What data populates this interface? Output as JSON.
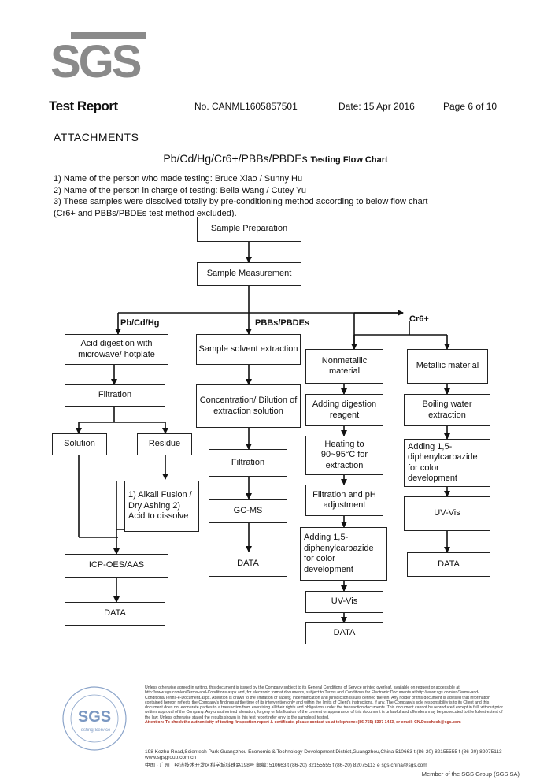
{
  "header": {
    "logo_text": "SGS",
    "title": "Test Report",
    "report_no": "No. CANML1605857501",
    "date": "Date: 15 Apr 2016",
    "page": "Page 6 of 10"
  },
  "attachments_label": "ATTACHMENTS",
  "flow_title": {
    "main": "Pb/Cd/Hg/Cr6+/PBBs/PBDEs",
    "suffix": "Testing Flow Chart"
  },
  "notes": [
    "1) Name of the person who made testing:  Bruce Xiao / Sunny Hu",
    "2) Name of the person in charge of testing:  Bella Wang / Cutey Yu",
    "3) These samples were dissolved totally by  pre-conditioning method according to below flow chart",
    "  (Cr6+ and PBBs/PBDEs  test method excluded)."
  ],
  "branches": {
    "b1": "Pb/Cd/Hg",
    "b2": "PBBs/PBDEs",
    "b3": "Cr6+"
  },
  "boxes": {
    "sample_prep": "Sample Preparation",
    "sample_meas": "Sample Measurement",
    "acid_digestion": "Acid digestion with microwave/ hotplate",
    "filtration1": "Filtration",
    "solution": "Solution",
    "residue": "Residue",
    "alkali": "1) Alkali Fusion / Dry Ashing 2) Acid to dissolve",
    "icp": "ICP-OES/AAS",
    "data1": "DATA",
    "solvent": "Sample solvent extraction",
    "concentration": "Concentration/ Dilution of extraction solution",
    "filtration2": "Filtration",
    "gcms": "GC-MS",
    "data2": "DATA",
    "nonmetallic": "Nonmetallic material",
    "adding_digestion": "Adding digestion reagent",
    "heating": "Heating to 90~95°C for extraction",
    "filtration_ph": "Filtration and pH adjustment",
    "adding_dpc1": "Adding 1,5-diphenylcarbazide for color development",
    "uvvis1": "UV-Vis",
    "data3": "DATA",
    "metallic": "Metallic material",
    "boiling": "Boiling water extraction",
    "adding_dpc2": "Adding 1,5-diphenylcarbazide for color development",
    "uvvis2": "UV-Vis",
    "data4": "DATA"
  },
  "footer": {
    "disclaimer": "Unless otherwise agreed in writing, this document is issued by the Company subject to its General Conditions of Service printed overleaf, available on request or accessible at http://www.sgs.com/en/Terms-and-Conditions.aspx and, for electronic format documents, subject to Terms and Conditions for Electronic Documents at http://www.sgs.com/en/Terms-and-Conditions/Terms-e-Document.aspx. Attention is drawn to the limitation of liability, indemnification and jurisdiction issues defined therein. Any holder of this document is advised that information contained hereon reflects the Company's findings at the time of its intervention only and within the limits of Client's instructions, if any. The Company's sole responsibility is to its Client and this document does not exonerate parties to a transaction from exercising all their rights and obligations under the transaction documents. This document cannot be reproduced except in full, without prior written approval of the Company. Any unauthorized alteration, forgery or falsification of the content or appearance of this document is unlawful and offenders may be prosecuted to the fullest extent of the law. Unless otherwise stated the results shown in this test report refer only to the sample(s) tested.",
    "attention": "Attention: To check the authenticity of testing /inspection report & certificate, please contact us at telephone: (86-755) 8307 1443, or email: CN.Doccheck@sgs.com",
    "addr_en": "198 Kezhu Road,Scientech Park Guangzhou Economic & Technology Development District,Guangzhou,China  510663   t (86-20) 82155555   f (86-20) 82075113   www.sgsgroup.com.cn",
    "addr_cn": "中国 · 广州 · 经济技术开发区科学城科珠路198号        邮编: 510663   t (86-20) 82155555   f (86-20) 82075113   e sgs.china@sgs.com",
    "member": "Member of the SGS Group (SGS SA)"
  },
  "colors": {
    "logo_gray": "#8a8a8a",
    "seal_blue": "#5b7fb3",
    "attention_red": "#b03020"
  }
}
